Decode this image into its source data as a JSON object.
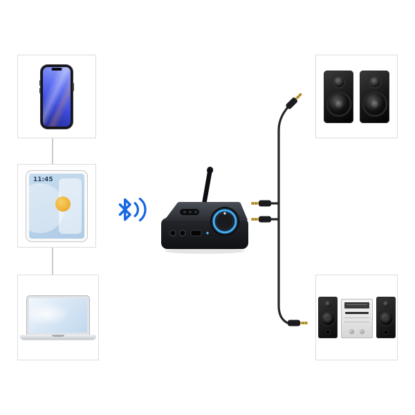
{
  "page": {
    "background": "#ffffff",
    "description": "Bluetooth audio transmitter/receiver connection diagram"
  },
  "tablet": {
    "time": "11:45"
  },
  "colors": {
    "bluetooth_blue": "#1668e3",
    "knob_ring_blue": "#49b4ff",
    "cable": "#26262a",
    "jack_tip_gold": "#c9a43c",
    "box_border": "#dcdcdc",
    "connector_line": "#b9b9b9",
    "tablet_accent_yellow": "#eaa92c"
  },
  "nodes": [
    {
      "id": "smartphone",
      "role": "source-device",
      "icon": "smartphone-icon",
      "position": "left-top"
    },
    {
      "id": "tablet",
      "role": "source-device",
      "icon": "tablet-icon",
      "position": "left-middle",
      "screen_time": "11:45"
    },
    {
      "id": "laptop",
      "role": "source-device",
      "icon": "laptop-icon",
      "position": "left-bottom"
    },
    {
      "id": "bluetooth-link",
      "role": "wireless-link",
      "icon": "bluetooth-icon",
      "position": "center-left"
    },
    {
      "id": "bt-transmitter",
      "role": "hub-device",
      "icon": "bluetooth-transmitter-icon",
      "position": "center"
    },
    {
      "id": "bookshelf-speakers",
      "role": "output-device",
      "icon": "speakers-icon",
      "position": "right-top"
    },
    {
      "id": "stereo-system",
      "role": "output-device",
      "icon": "stereo-system-icon",
      "position": "right-bottom"
    }
  ],
  "connections": [
    {
      "from": "smartphone",
      "to": "tablet",
      "type": "group-line"
    },
    {
      "from": "tablet",
      "to": "laptop",
      "type": "group-line"
    },
    {
      "from": "source-devices",
      "to": "bt-transmitter",
      "type": "bluetooth"
    },
    {
      "from": "bt-transmitter",
      "to": "bookshelf-speakers",
      "type": "3.5mm-audio-cable"
    },
    {
      "from": "bt-transmitter",
      "to": "stereo-system",
      "type": "3.5mm-audio-cable"
    }
  ]
}
